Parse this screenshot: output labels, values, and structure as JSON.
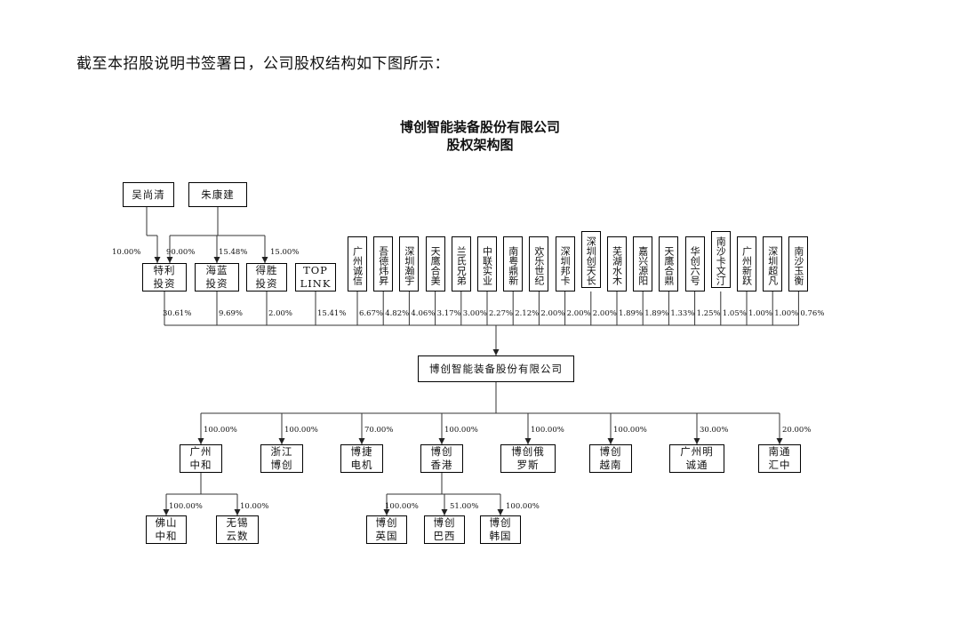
{
  "intro_text": "截至本招股说明书签署日，公司股权结构如下图所示：",
  "title_line1": "博创智能装备股份有限公司",
  "title_line2": "股权架构图",
  "persons": [
    {
      "id": "wu",
      "label": "吴尚清"
    },
    {
      "id": "zhu",
      "label": "朱康建"
    }
  ],
  "person_links": [
    {
      "from": "wu",
      "to": "teli",
      "pct": "10.00%"
    },
    {
      "from": "zhu",
      "to": "teli",
      "pct": "90.00%"
    },
    {
      "from": "zhu",
      "to": "hailan",
      "pct": "15.48%"
    },
    {
      "from": "zhu",
      "to": "desheng",
      "pct": "15.00%"
    }
  ],
  "shareholders": [
    {
      "label": "特利\n投资",
      "pct": "30.61%"
    },
    {
      "label": "海蓝\n投资",
      "pct": "9.69%"
    },
    {
      "label": "得胜\n投资",
      "pct": "2.00%"
    },
    {
      "label": "TOP\nLINK",
      "pct": "15.41%"
    },
    {
      "label": "广州诚信",
      "pct": "6.67%"
    },
    {
      "label": "吾德炜昇",
      "pct": "4.82%"
    },
    {
      "label": "深圳瀚宇",
      "pct": "4.06%"
    },
    {
      "label": "天鹰合美",
      "pct": "3.17%"
    },
    {
      "label": "兰氏兄弟",
      "pct": "3.00%"
    },
    {
      "label": "中联实业",
      "pct": "2.27%"
    },
    {
      "label": "南粤鼎新",
      "pct": "2.12%"
    },
    {
      "label": "欢乐世纪",
      "pct": "2.00%"
    },
    {
      "label": "深圳邦卡",
      "pct": "2.00%"
    },
    {
      "label": "深圳创天长",
      "pct": "2.00%"
    },
    {
      "label": "芜湖水木",
      "pct": "1.89%"
    },
    {
      "label": "嘉兴源阳",
      "pct": "1.89%"
    },
    {
      "label": "天鹰合鼎",
      "pct": "1.33%"
    },
    {
      "label": "华创六号",
      "pct": "1.25%"
    },
    {
      "label": "南沙卡文汀",
      "pct": "1.05%"
    },
    {
      "label": "广州新跃",
      "pct": "1.00%"
    },
    {
      "label": "深圳超凡",
      "pct": "1.00%"
    },
    {
      "label": "南沙玉衡",
      "pct": "0.76%"
    }
  ],
  "company": "博创智能装备股份有限公司",
  "subsidiaries": [
    {
      "label": "广州\n中和",
      "pct": "100.00%"
    },
    {
      "label": "浙江\n博创",
      "pct": "100.00%"
    },
    {
      "label": "博捷\n电机",
      "pct": "70.00%"
    },
    {
      "label": "博创\n香港",
      "pct": "100.00%"
    },
    {
      "label": "博创俄\n罗斯",
      "pct": "100.00%"
    },
    {
      "label": "博创\n越南",
      "pct": "100.00%"
    },
    {
      "label": "广州明\n诚通",
      "pct": "30.00%"
    },
    {
      "label": "南通\n汇中",
      "pct": "20.00%"
    }
  ],
  "sub_gz": [
    {
      "label": "佛山\n中和",
      "pct": "100.00%"
    },
    {
      "label": "无锡\n云数",
      "pct": "10.00%"
    }
  ],
  "sub_hk": [
    {
      "label": "博创\n英国",
      "pct": "100.00%"
    },
    {
      "label": "博创\n巴西",
      "pct": "51.00%"
    },
    {
      "label": "博创\n韩国",
      "pct": "100.00%"
    }
  ]
}
